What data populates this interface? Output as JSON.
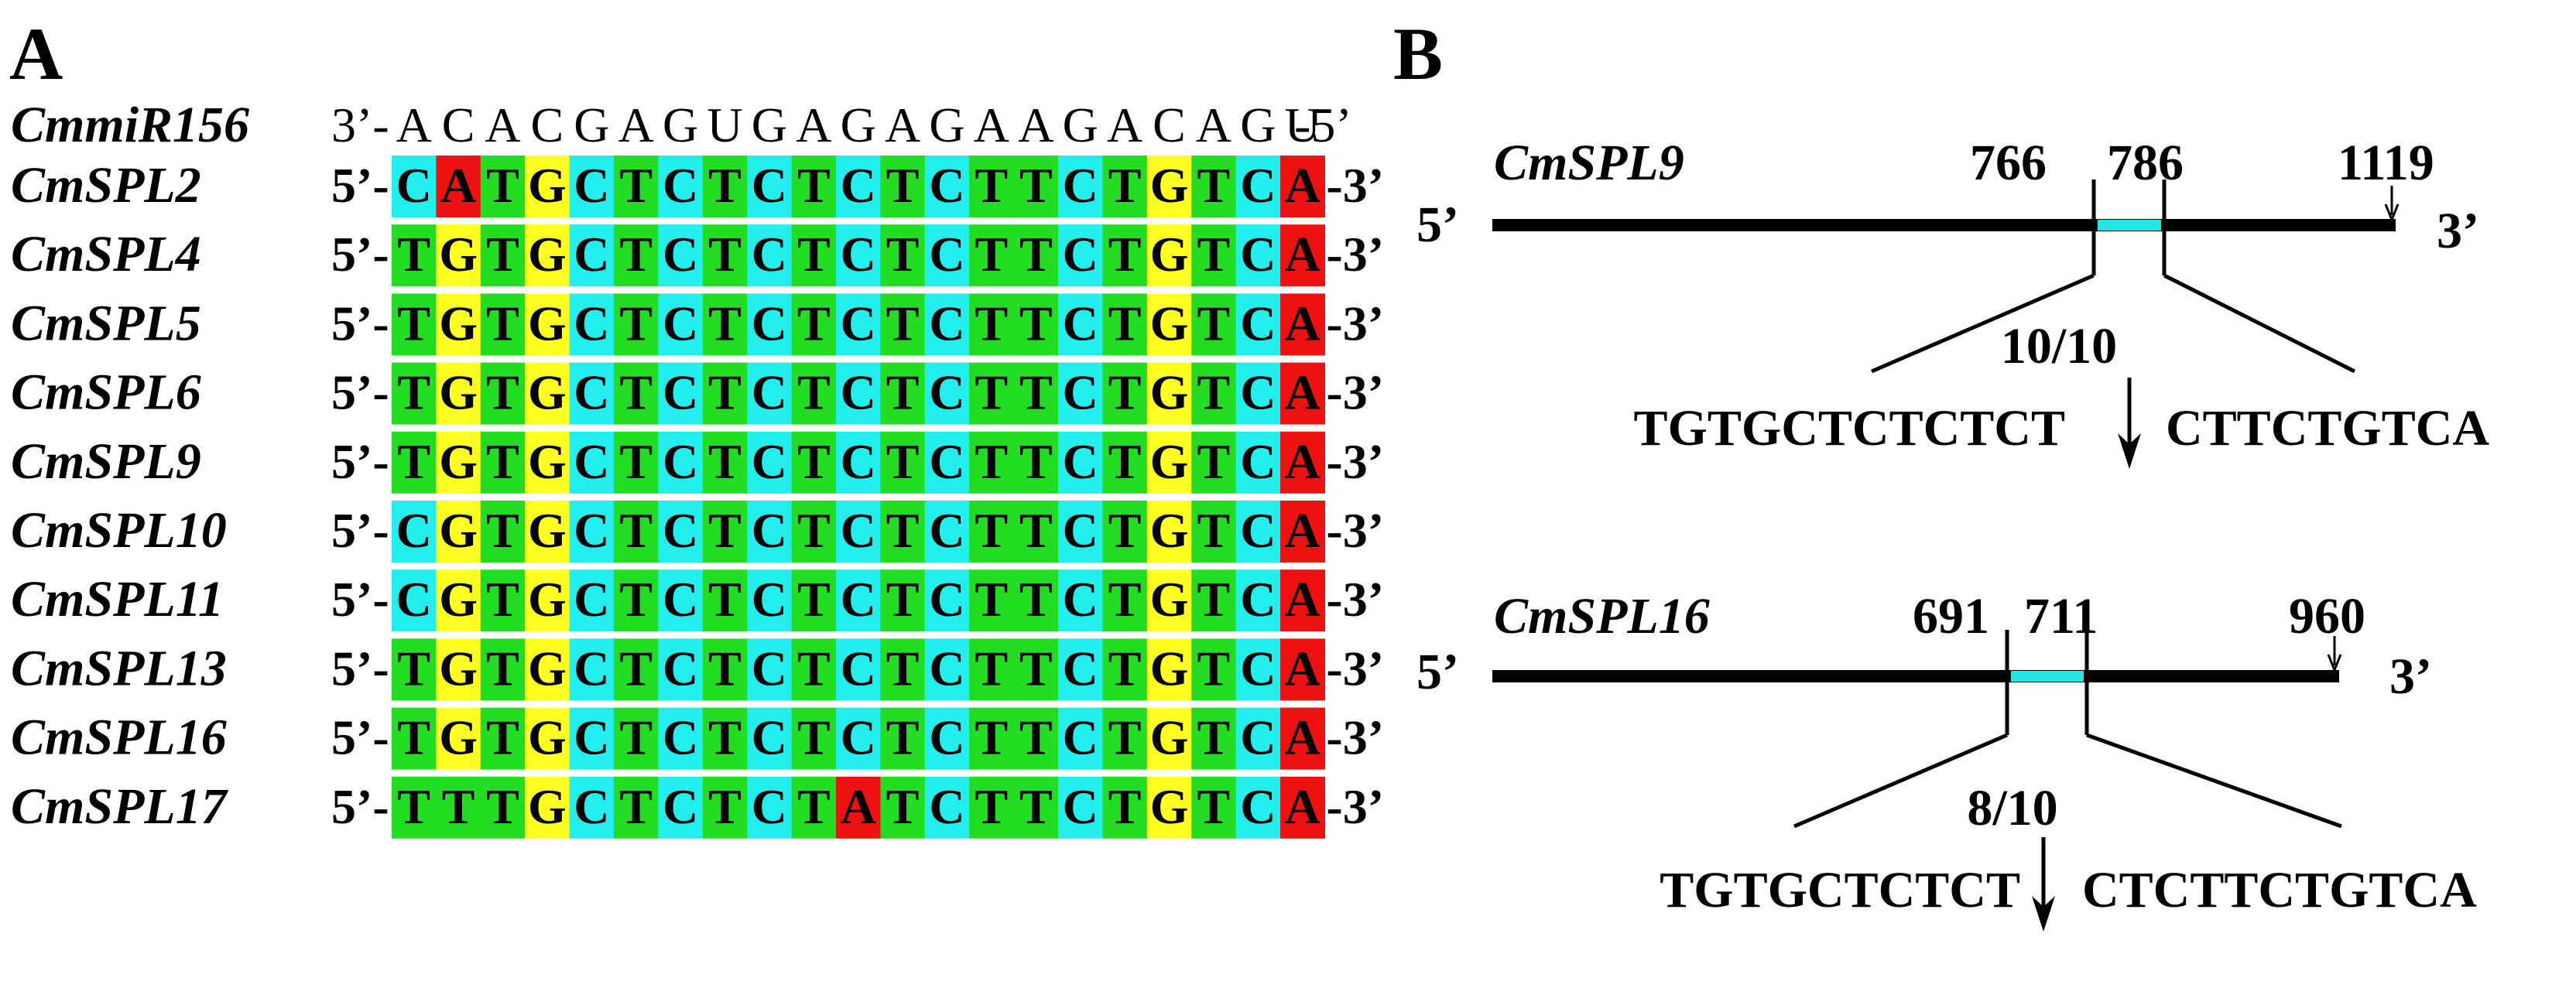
{
  "panel_a": {
    "label": "A",
    "mirna": {
      "name": "CmmiR156",
      "prefix": "3’-",
      "seq": "ACACGAGUGAGAGAAGACAGU",
      "suffix": "-5’"
    },
    "targets": [
      {
        "name": "CmSPL2",
        "prefix": "5’-",
        "seq": "CATGCTCTCTCTCTTCTGTCA",
        "suffix": "-3’"
      },
      {
        "name": "CmSPL4",
        "prefix": "5’-",
        "seq": "TGTGCTCTCTCTCTTCTGTCA",
        "suffix": "-3’"
      },
      {
        "name": "CmSPL5",
        "prefix": "5’-",
        "seq": "TGTGCTCTCTCTCTTCTGTCA",
        "suffix": "-3’"
      },
      {
        "name": "CmSPL6",
        "prefix": "5’-",
        "seq": "TGTGCTCTCTCTCTTCTGTCA",
        "suffix": "-3’"
      },
      {
        "name": "CmSPL9",
        "prefix": "5’-",
        "seq": "TGTGCTCTCTCTCTTCTGTCA",
        "suffix": "-3’"
      },
      {
        "name": "CmSPL10",
        "prefix": "5’-",
        "seq": "CGTGCTCTCTCTCTTCTGTCA",
        "suffix": "-3’"
      },
      {
        "name": "CmSPL11",
        "prefix": "5’-",
        "seq": "CGTGCTCTCTCTCTTCTGTCA",
        "suffix": "-3’"
      },
      {
        "name": "CmSPL13",
        "prefix": "5’-",
        "seq": "TGTGCTCTCTCTCTTCTGTCA",
        "suffix": "-3’"
      },
      {
        "name": "CmSPL16",
        "prefix": "5’-",
        "seq": "TGTGCTCTCTCTCTTCTGTCA",
        "suffix": "-3’"
      },
      {
        "name": "CmSPL17",
        "prefix": "5’-",
        "seq": "TTTGCTCTCTATCTTCTGTCA",
        "suffix": "-3’"
      }
    ],
    "base_colors": {
      "T": "#22dd22",
      "C": "#22eeee",
      "G": "#ffff22",
      "A": "#ee1111"
    }
  },
  "panel_b": {
    "label": "B",
    "diagrams": [
      {
        "gene": "CmSPL9",
        "five_prime": "5’",
        "three_prime": "3’",
        "start": "766",
        "end": "786",
        "length": "1119",
        "ratio": "10/10",
        "left_seq": "TGTGCTCTCTCT",
        "right_seq": "CTTCTGTCA"
      },
      {
        "gene": "CmSPL16",
        "five_prime": "5’",
        "three_prime": "3’",
        "start": "691",
        "end": "711",
        "length": "960",
        "ratio": "8/10",
        "left_seq": "TGTGCTCTCT",
        "right_seq": "CTCTTCTGTCA"
      }
    ],
    "site_color": "#22e6e6"
  }
}
